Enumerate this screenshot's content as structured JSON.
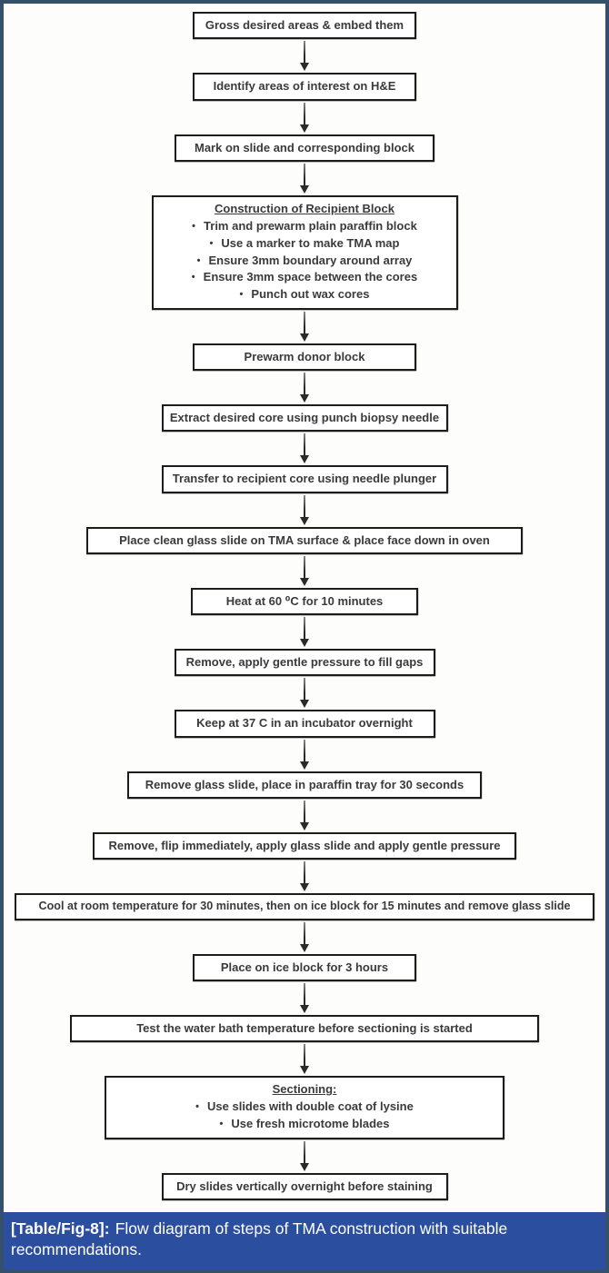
{
  "colors": {
    "frame_border": "#35506b",
    "caption_bg": "#2b4f9e",
    "caption_text": "#ffffff",
    "box_border": "#1c1c1c",
    "box_text": "#3a3a3a",
    "arrow": "#2a2a2a",
    "canvas_bg": "#fdfdfc"
  },
  "flow": {
    "steps": [
      {
        "label": "Gross desired areas & embed them"
      },
      {
        "label": "Identify areas of interest on H&E"
      },
      {
        "label": "Mark on slide and corresponding block"
      },
      {
        "title": "Construction of Recipient Block",
        "bullets": [
          "Trim and prewarm plain paraffin block",
          "Use a marker to make TMA map",
          "Ensure 3mm boundary around array",
          "Ensure 3mm space between the cores",
          "Punch out wax cores"
        ]
      },
      {
        "label": "Prewarm donor block"
      },
      {
        "label": "Extract desired core using punch biopsy needle"
      },
      {
        "label": "Transfer to recipient core using needle plunger"
      },
      {
        "label": "Place clean glass slide on TMA surface & place face down in oven"
      },
      {
        "label": "Heat at 60 ⁰C for 10 minutes"
      },
      {
        "label": "Remove, apply gentle pressure to fill gaps"
      },
      {
        "label": "Keep at 37 C in an incubator overnight"
      },
      {
        "label": "Remove glass slide, place in paraffin tray for 30 seconds"
      },
      {
        "label": "Remove, flip immediately, apply glass slide and apply gentle pressure"
      },
      {
        "label": "Cool at room temperature for 30 minutes, then on ice block for 15 minutes and remove glass slide"
      },
      {
        "label": "Place on ice block for 3 hours"
      },
      {
        "label": "Test the water bath temperature before sectioning is started"
      },
      {
        "title": "Sectioning:",
        "bullets": [
          "Use slides with double coat of lysine",
          "Use fresh microtome blades"
        ]
      },
      {
        "label": "Dry slides vertically overnight before staining"
      }
    ]
  },
  "caption": {
    "label": "[Table/Fig-8]:",
    "text": "Flow diagram of steps of TMA construction with suitable recommendations."
  }
}
